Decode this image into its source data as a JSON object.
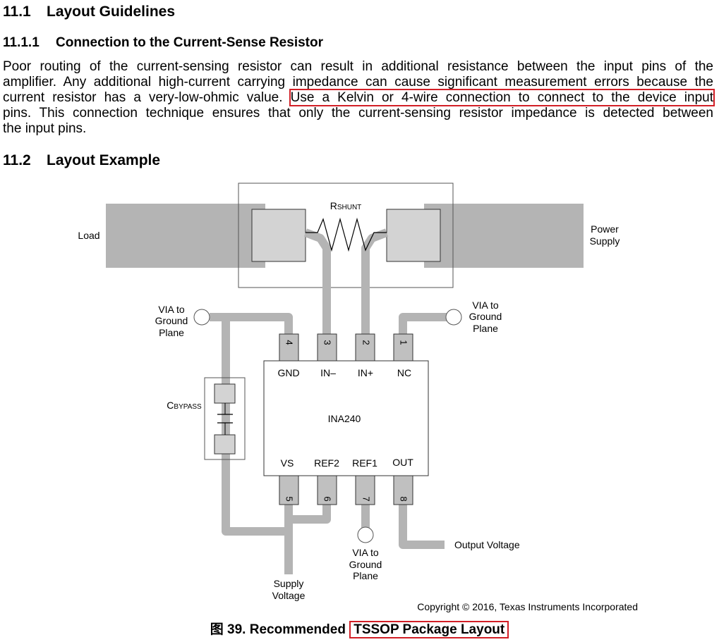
{
  "section_11_1": {
    "number": "11.1",
    "title": "Layout Guidelines"
  },
  "section_11_1_1": {
    "number": "11.1.1",
    "title": "Connection to the Current-Sense Resistor",
    "lines": [
      "Poor routing of the current-sensing resistor can result in additional resistance between the input pins of the",
      "amplifier. Any additional high-current carrying impedance can cause significant measurement errors because the",
      "current resistor has a very-low-ohmic value.",
      "Use a Kelvin or 4-wire connection to connect to the device input",
      "pins. This connection technique ensures that only the current-sensing resistor impedance is detected between",
      "the input pins."
    ]
  },
  "section_11_2": {
    "number": "11.2",
    "title": "Layout Example"
  },
  "figure": {
    "load_label": "Load",
    "power_supply_label": [
      "Power",
      "Supply"
    ],
    "rshunt_main": "R",
    "rshunt_sub": "SHUNT",
    "via_left": [
      "VIA to",
      "Ground",
      "Plane"
    ],
    "via_right": [
      "VIA to",
      "Ground",
      "Plane"
    ],
    "via_bottom": [
      "VIA to",
      "Ground",
      "Plane"
    ],
    "cbypass_main": "C",
    "cbypass_sub": "BYPASS",
    "chip_name": "INA240",
    "top_pins": [
      {
        "num": "4",
        "label": "GND"
      },
      {
        "num": "3",
        "label": "IN–"
      },
      {
        "num": "2",
        "label": "IN+"
      },
      {
        "num": "1",
        "label": "NC"
      }
    ],
    "bottom_pins": [
      {
        "num": "5",
        "label": "VS"
      },
      {
        "num": "6",
        "label": "REF2"
      },
      {
        "num": "7",
        "label": "REF1"
      },
      {
        "num": "8",
        "label": "OUT"
      }
    ],
    "supply_voltage_label": [
      "Supply",
      "Voltage"
    ],
    "output_voltage_label": "Output Voltage",
    "copyright": "Copyright © 2016, Texas Instruments Incorporated"
  },
  "caption": {
    "prefix": "图 39.  Recommended",
    "boxed": "TSSOP Package Layout"
  },
  "colors": {
    "highlight": "#d21f26",
    "trace": "#b4b4b4",
    "pad": "#d3d3d3",
    "pin": "#c0c0c0"
  }
}
